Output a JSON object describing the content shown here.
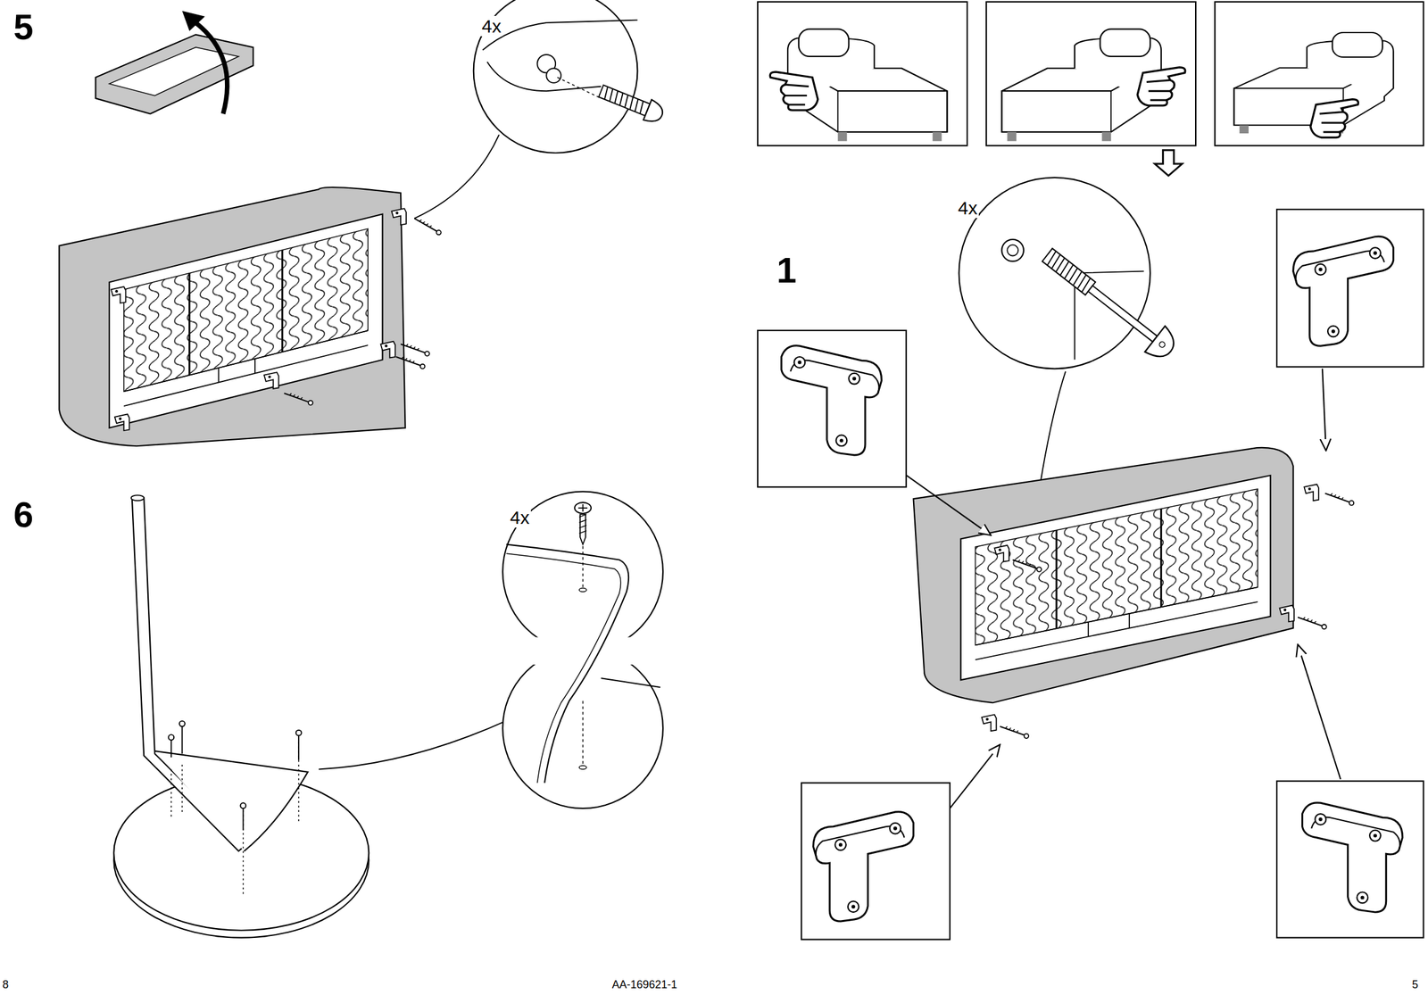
{
  "diagram": {
    "labels": [
      "5",
      "4x",
      "6",
      "4x",
      "1",
      "4x",
      "8",
      "AA-169621-1",
      "5"
    ]
  }
}
